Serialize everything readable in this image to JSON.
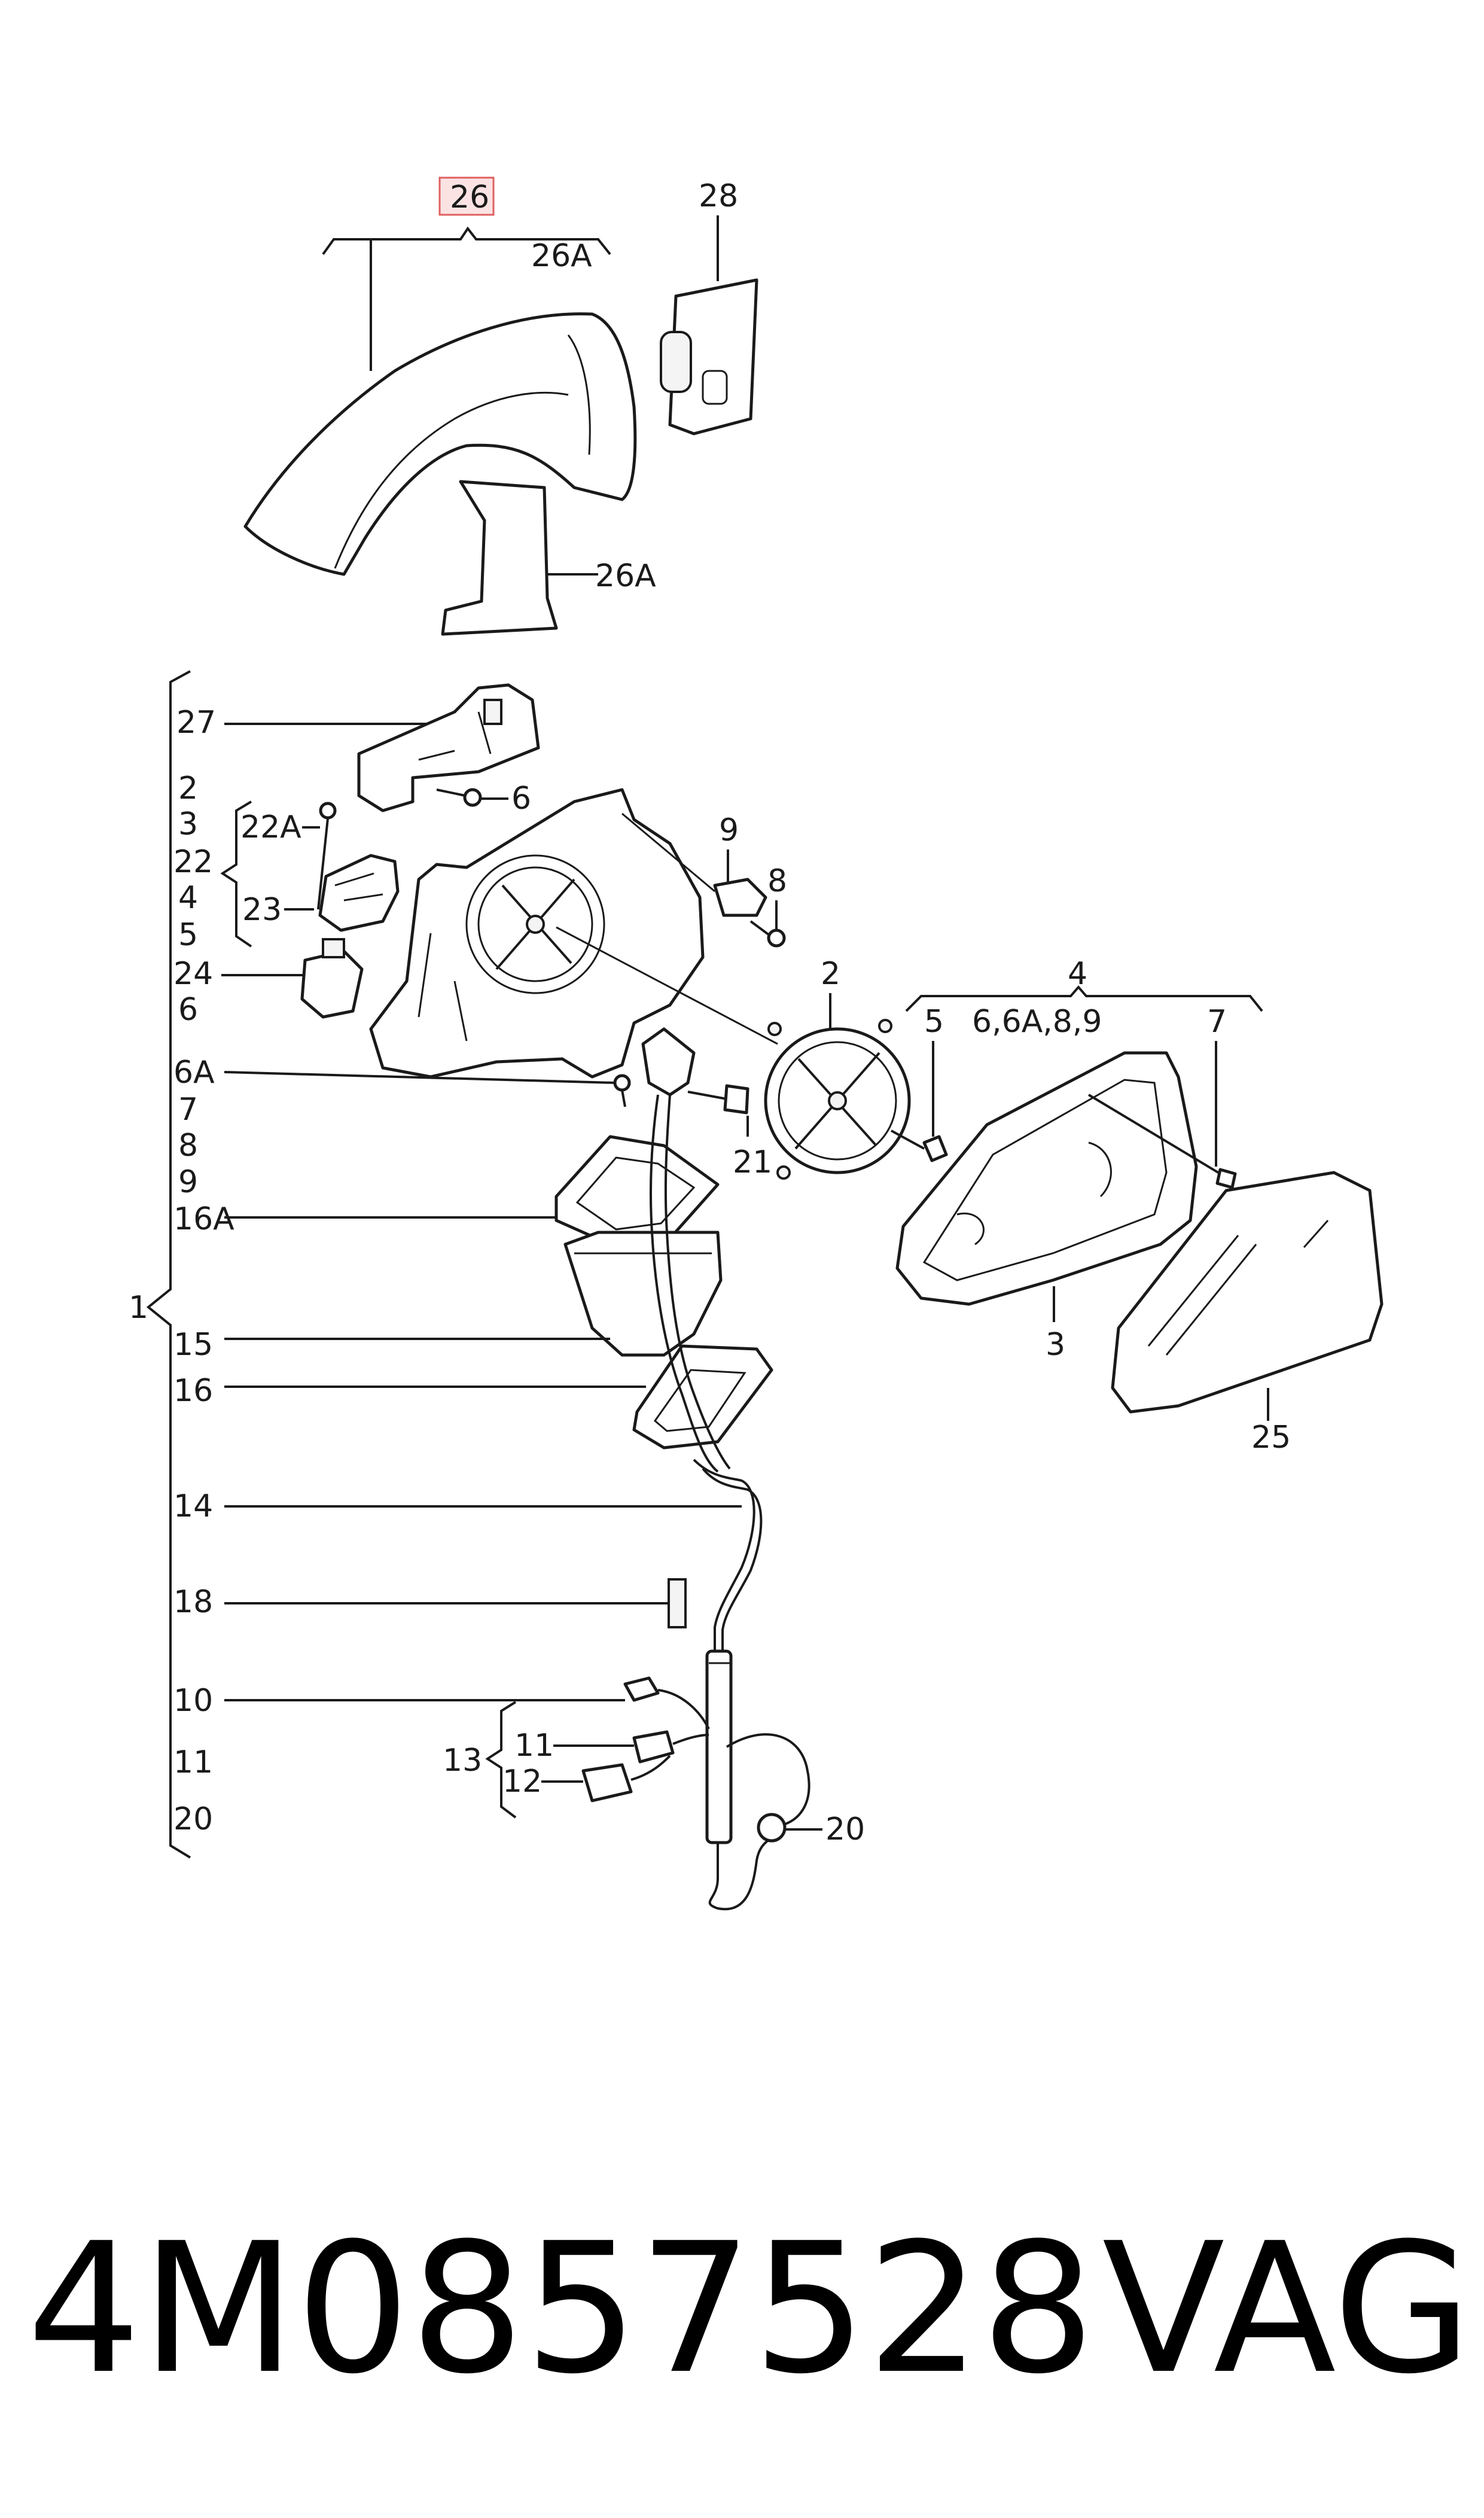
{
  "diagram": {
    "highlight_color": "#e06060",
    "labels": {
      "l26": "26",
      "l26A_top": "26A",
      "l26A": "26A",
      "l28": "28",
      "l27": "27",
      "l2a": "2",
      "l3a": "3",
      "l22": "22",
      "l4a": "4",
      "l5a": "5",
      "l24": "24",
      "l6a": "6",
      "l6A": "6A",
      "l7a": "7",
      "l8a": "8",
      "l9a": "9",
      "l16A": "16A",
      "l1": "1",
      "l15": "15",
      "l16": "16",
      "l14": "14",
      "l18": "18",
      "l10": "10",
      "l11a": "11",
      "l20a": "20",
      "l22A": "22A",
      "l23": "23",
      "l6_screw": "6",
      "l9": "9",
      "l8": "8",
      "l2": "2",
      "l21": "21",
      "l4": "4",
      "l5": "5",
      "l6set": "6,6A,8,9",
      "l7": "7",
      "l3": "3",
      "l25": "25",
      "l13": "13",
      "l11": "11",
      "l12": "12",
      "l20": "20"
    }
  },
  "footer": {
    "part_number": "4M0857528",
    "brand": "VAG"
  }
}
